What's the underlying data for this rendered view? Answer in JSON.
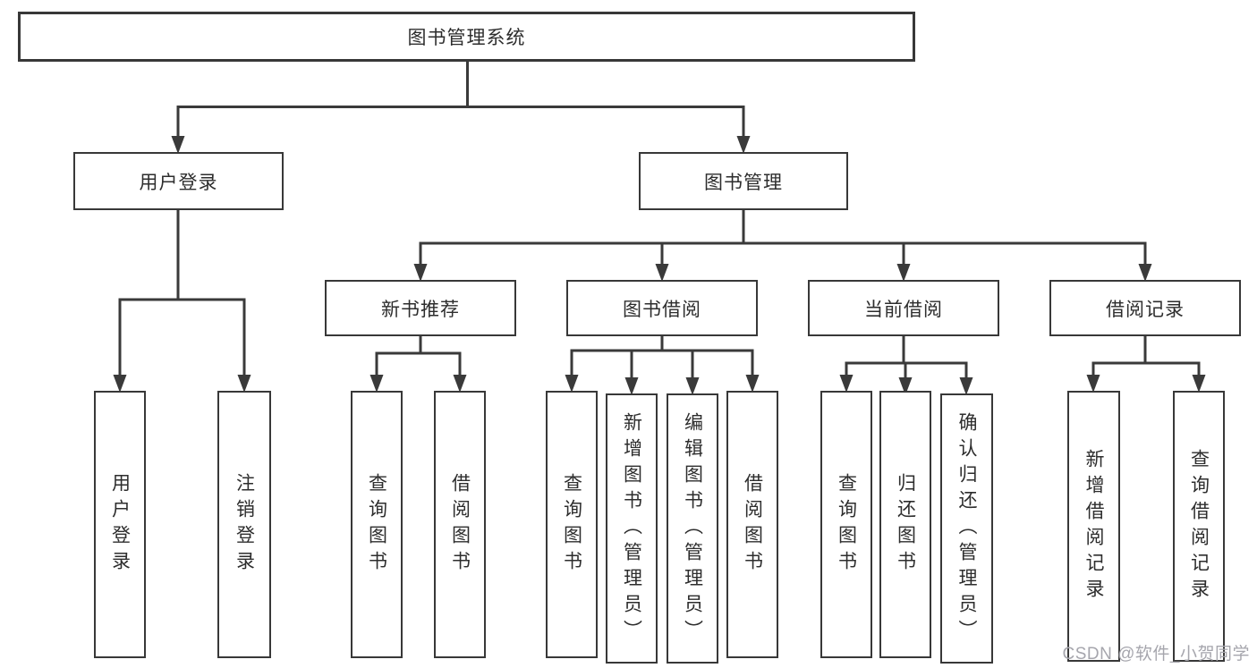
{
  "diagram": {
    "title": "图书管理系统",
    "branches": [
      {
        "label": "用户登录",
        "children": [
          {
            "label": "用户登录"
          },
          {
            "label": "注销登录"
          }
        ]
      },
      {
        "label": "图书管理",
        "children": [
          {
            "label": "新书推荐",
            "children": [
              {
                "label": "查询图书"
              },
              {
                "label": "借阅图书"
              }
            ]
          },
          {
            "label": "图书借阅",
            "children": [
              {
                "label": "查询图书"
              },
              {
                "label": "新增图书（管理员）"
              },
              {
                "label": "编辑图书（管理员）"
              },
              {
                "label": "借阅图书"
              }
            ]
          },
          {
            "label": "当前借阅",
            "children": [
              {
                "label": "查询图书"
              },
              {
                "label": "归还图书"
              },
              {
                "label": "确认归还（管理员）"
              }
            ]
          },
          {
            "label": "借阅记录",
            "children": [
              {
                "label": "新增借阅记录"
              },
              {
                "label": "查询借阅记录"
              }
            ]
          }
        ]
      }
    ]
  },
  "watermark": {
    "text": "CSDN @软件_小贺同学"
  },
  "colors": {
    "line": "#3a3a3a",
    "box_border": "#383838",
    "text": "#2d2d2d",
    "watermark": "#a6a6ad",
    "background": "#ffffff"
  }
}
